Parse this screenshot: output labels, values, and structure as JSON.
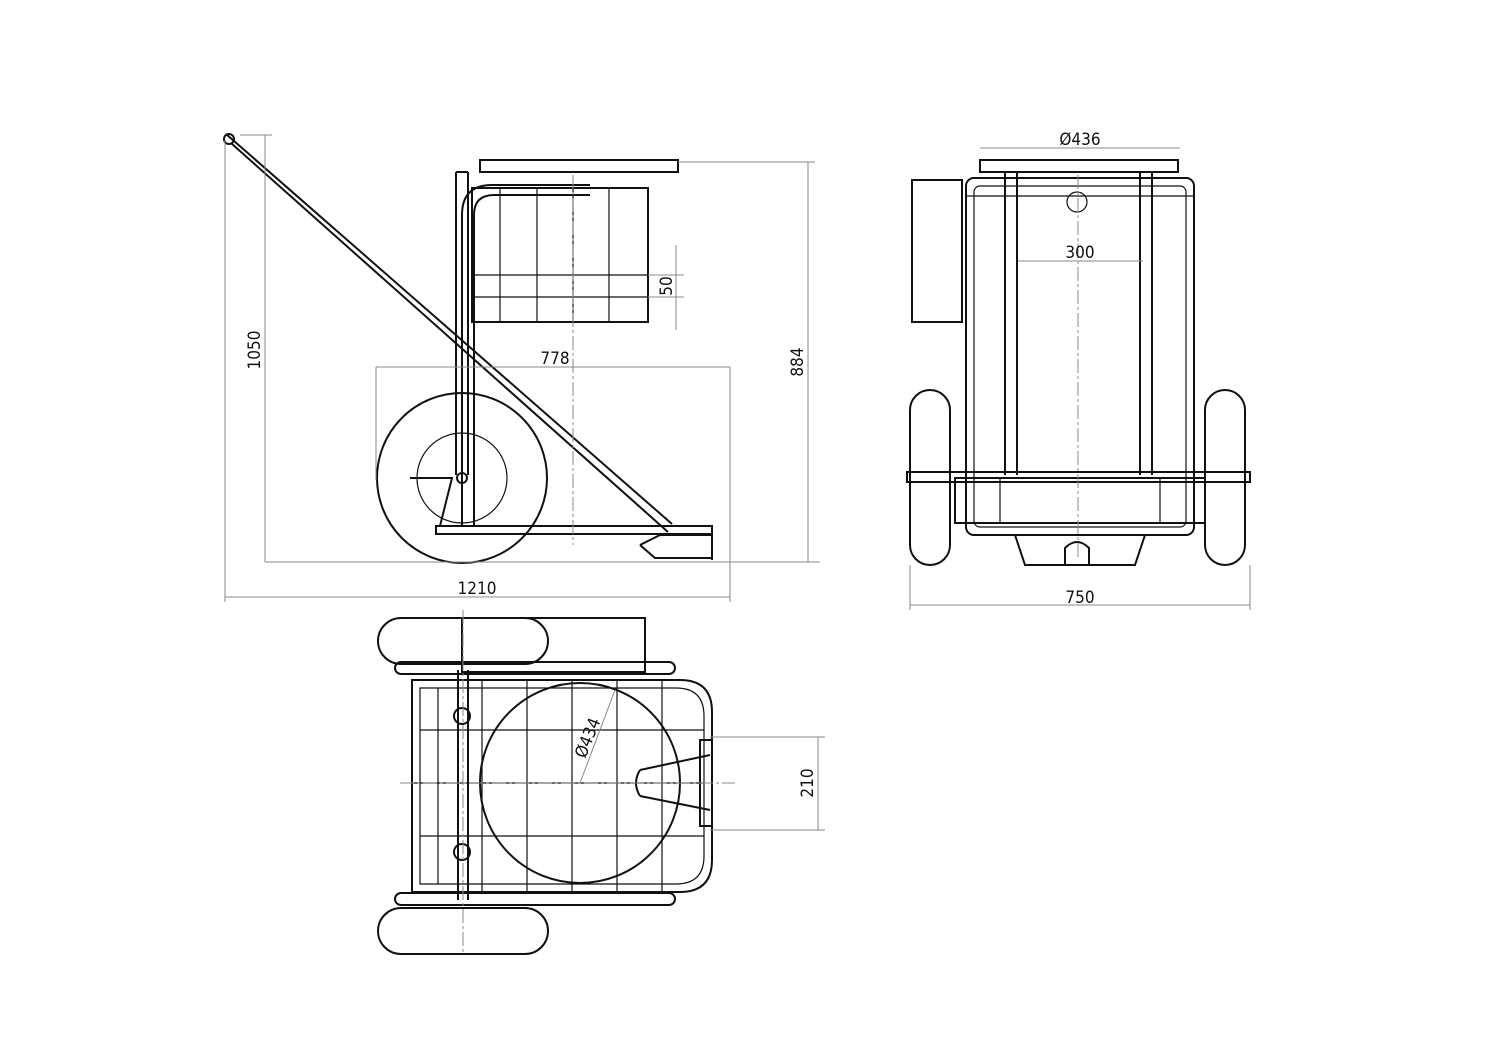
{
  "drawing": {
    "side_view": {
      "dim_total_height": "1050",
      "dim_wheelbase": "778",
      "dim_basket_step": "50",
      "dim_basket_height": "884",
      "dim_total_length": "1210"
    },
    "front_view": {
      "dim_top_diameter": "Ø436",
      "dim_inner_width": "300",
      "dim_total_width": "750"
    },
    "top_view": {
      "dim_drum_diameter": "Ø434",
      "dim_hitch_spacing": "210"
    }
  }
}
